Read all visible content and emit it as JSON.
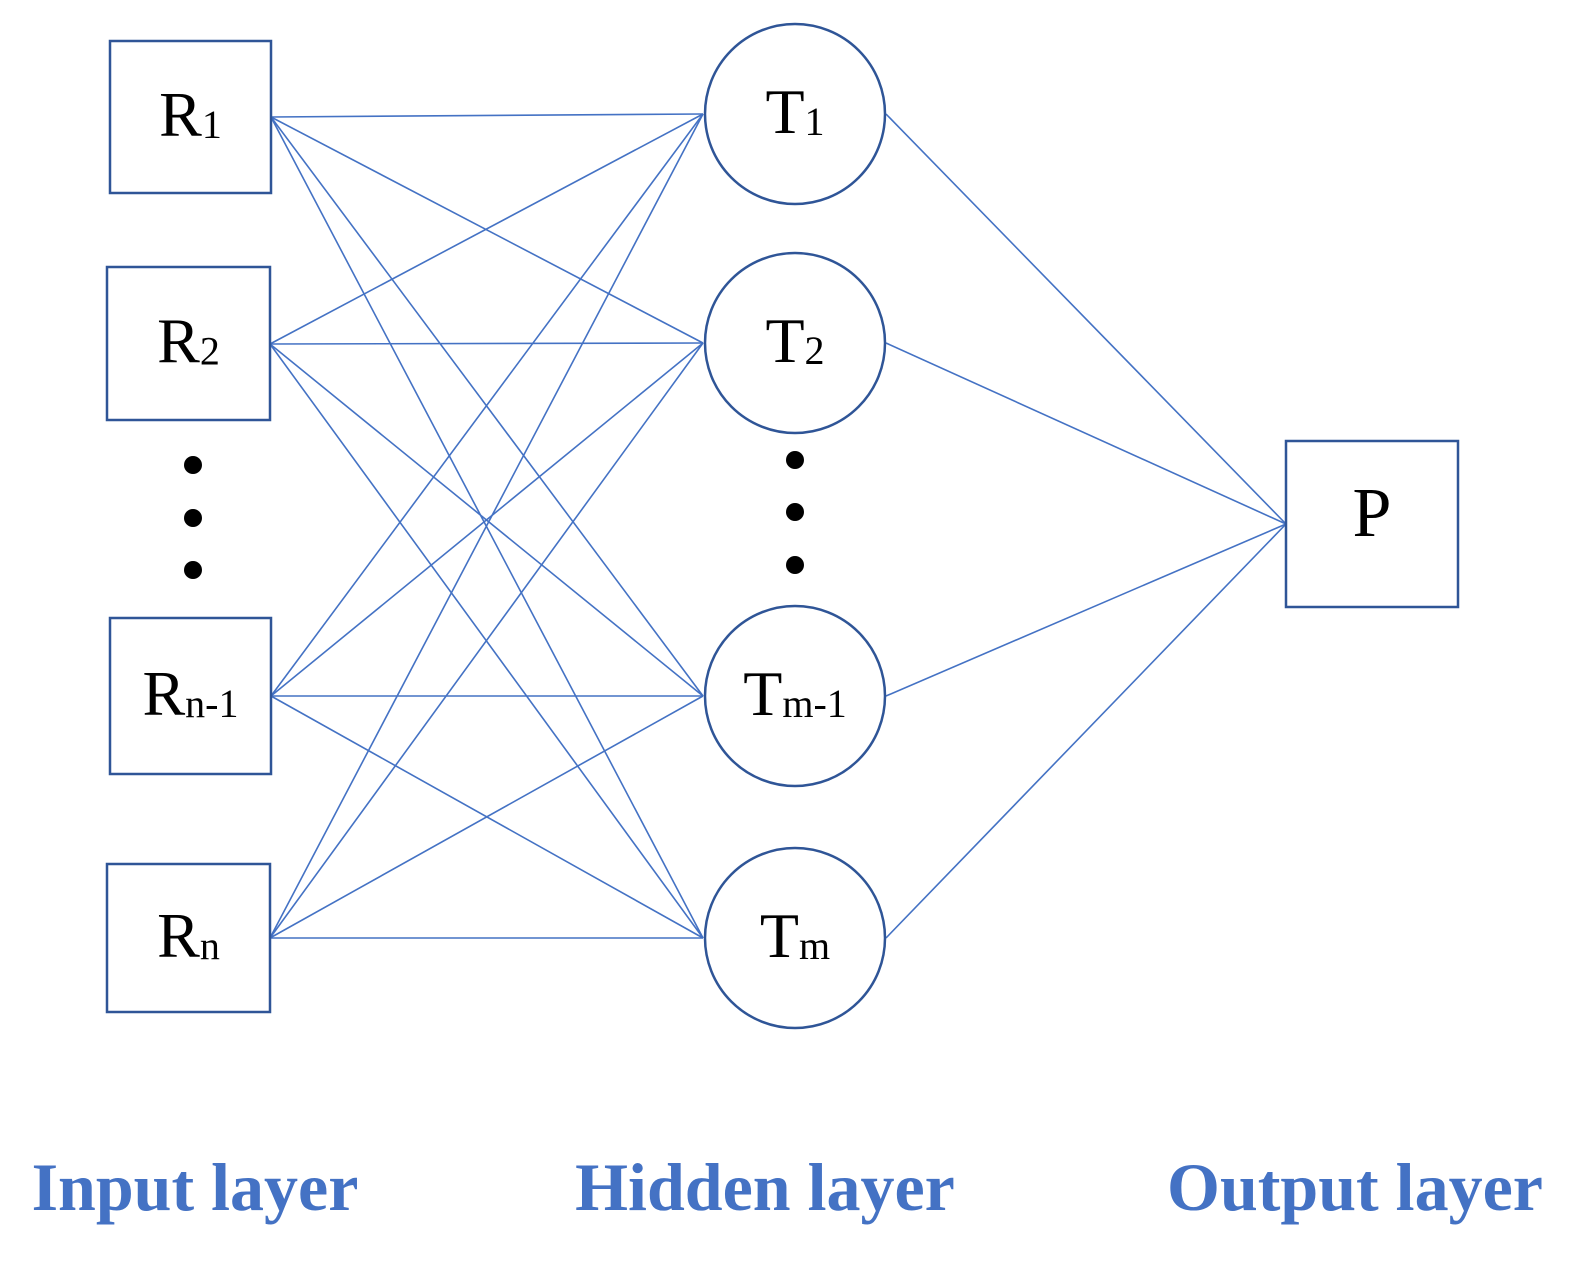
{
  "colors": {
    "edge": "#4472C4",
    "node_border": "#2F5597",
    "label": "#4472C4",
    "text": "#000000"
  },
  "input_nodes": [
    {
      "id": "r1",
      "base": "R",
      "sub": "1"
    },
    {
      "id": "r2",
      "base": "R",
      "sub": "2"
    },
    {
      "id": "rn1",
      "base": "R",
      "sub": "n-1"
    },
    {
      "id": "rn",
      "base": "R",
      "sub": "n"
    }
  ],
  "hidden_nodes": [
    {
      "id": "t1",
      "base": "T",
      "sub": "1"
    },
    {
      "id": "t2",
      "base": "T",
      "sub": "2"
    },
    {
      "id": "tm1",
      "base": "T",
      "sub": "m-1"
    },
    {
      "id": "tm",
      "base": "T",
      "sub": "m"
    }
  ],
  "output_node": {
    "id": "p",
    "base": "P",
    "sub": ""
  },
  "ellipsis": "⋮",
  "labels": {
    "input": "Input layer",
    "hidden": "Hidden layer",
    "output": "Output layer"
  }
}
